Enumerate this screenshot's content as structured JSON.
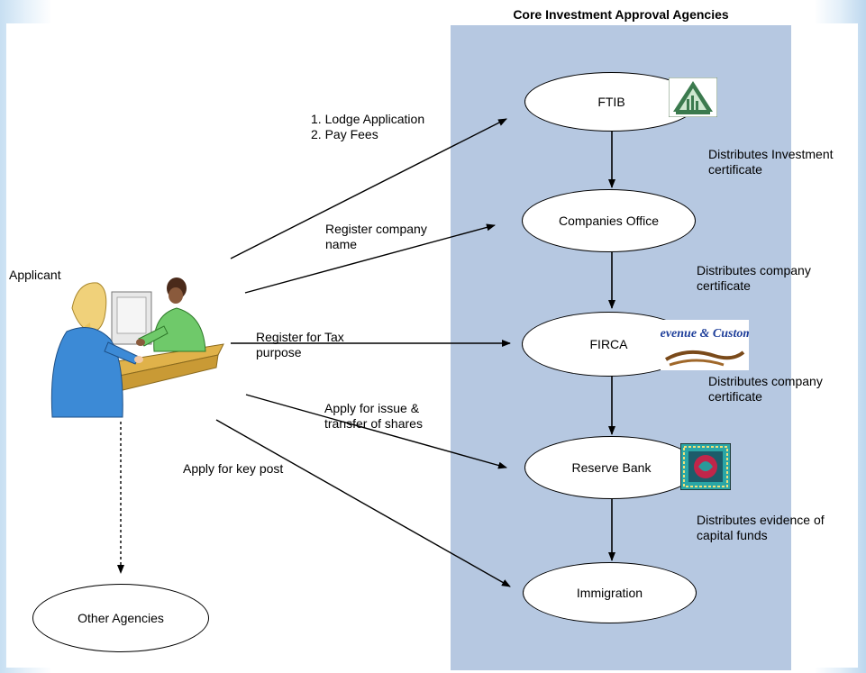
{
  "title": "Core Investment Approval Agencies",
  "nodes": {
    "ftib": "FTIB",
    "companies_office": "Companies Office",
    "firca": "FIRCA",
    "reserve_bank": "Reserve Bank",
    "immigration": "Immigration",
    "other_agencies": "Other Agencies"
  },
  "applicant_label": "Applicant",
  "edge_labels": {
    "lodge": "1. Lodge Application\n2. Pay Fees",
    "register_company": "Register company\nname",
    "register_tax": "Register for Tax\npurpose",
    "shares": "Apply for issue &\ntransfer of shares",
    "key_post": "Apply for key post"
  },
  "side_labels": {
    "investment_cert": "Distributes Investment\ncertificate",
    "company_cert_1": "Distributes company\ncertificate",
    "company_cert_2": "Distributes company\ncertificate",
    "capital_funds": "Distributes evidence of\ncapital funds"
  },
  "logos": {
    "revenue_customs": "Revenue & Customs"
  },
  "colors": {
    "band": "#b6c8e1",
    "lines": "#000000"
  }
}
